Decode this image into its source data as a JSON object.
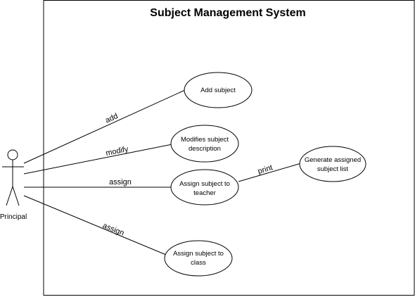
{
  "diagram": {
    "title": "Subject Management System",
    "actor": {
      "name": "Principal"
    },
    "use_cases": {
      "add_subject": {
        "lines": [
          "Add subject"
        ]
      },
      "modify_subject": {
        "lines": [
          "Modifies subject",
          "description"
        ]
      },
      "assign_teacher": {
        "lines": [
          "Assign subject to",
          "teacher"
        ]
      },
      "assign_class": {
        "lines": [
          "Assign subject to",
          "class"
        ]
      },
      "generate_list": {
        "lines": [
          "Generate assigned",
          "subject list"
        ]
      }
    },
    "associations": {
      "add": "add",
      "modify": "modify",
      "assign_teacher": "assign",
      "assign_class": "assign",
      "print": "print"
    }
  }
}
